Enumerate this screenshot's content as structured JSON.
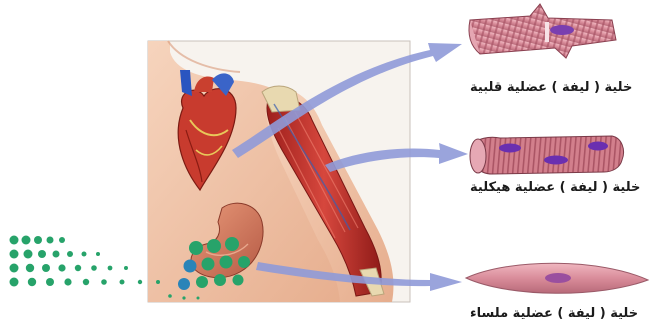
{
  "figure": {
    "labels": {
      "cardiac": "خلية ( ليفة ) عضلية قلبية",
      "skeletal": "خلية ( ليفة ) عضلية هيكلية",
      "smooth": "خلية ( ليفة ) عضلية ملساء"
    },
    "colors": {
      "cell_pink": "#d98c9a",
      "cell_stripe": "#b05a6a",
      "nucleus": "#7a3fb0",
      "arrow": "#8f9ad8",
      "muscle_red": "#c8312c",
      "skin": "#f2c4a8",
      "logo_green": "#27a36a",
      "logo_blue": "#2a84b8"
    }
  }
}
